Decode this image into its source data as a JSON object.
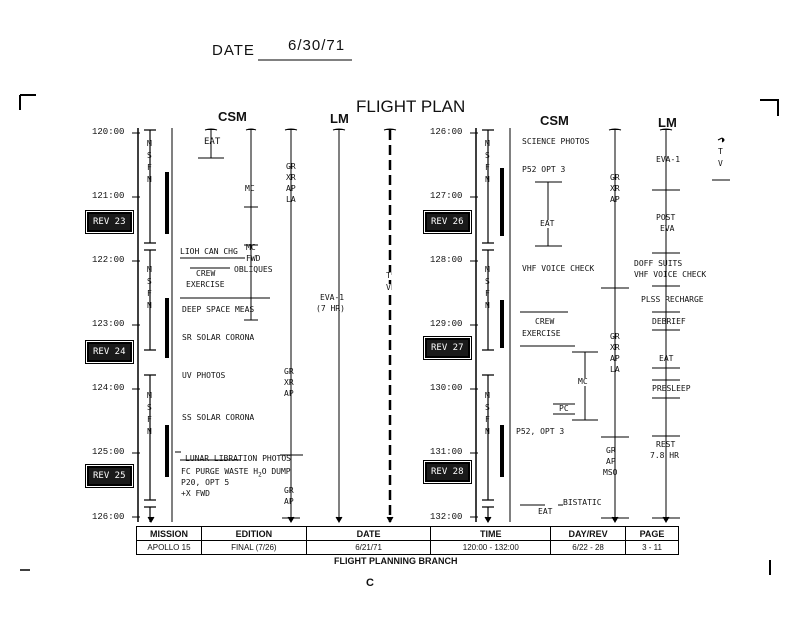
{
  "header": {
    "date_label": "DATE",
    "date_value": "6/30/71",
    "title": "FLIGHT PLAN"
  },
  "columns": {
    "csm_left": "CSM",
    "lm_left": "LM",
    "csm_right": "CSM",
    "lm_right": "LM"
  },
  "left_times": [
    "120:00",
    "121:00",
    "122:00",
    "123:00",
    "124:00",
    "125:00",
    "126:00"
  ],
  "right_times": [
    "126:00",
    "127:00",
    "128:00",
    "129:00",
    "130:00",
    "131:00",
    "132:00"
  ],
  "revs": {
    "rev23": "REV 23",
    "rev24": "REV 24",
    "rev25": "REV 25",
    "rev26": "REV 26",
    "rev27": "REV 27",
    "rev28": "REV 28"
  },
  "left_markers": {
    "msfn1": [
      "M",
      "S",
      "F",
      "N"
    ],
    "msfn2": [
      "M",
      "S",
      "F",
      "N"
    ],
    "msfn3": [
      "M",
      "S",
      "F",
      "N"
    ]
  },
  "right_markers": {
    "msfn1": [
      "M",
      "S",
      "F",
      "N"
    ],
    "msfn2": [
      "M",
      "S",
      "F",
      "N"
    ],
    "msfn3": [
      "M",
      "S",
      "F",
      "N"
    ],
    "tv": [
      "T",
      "V"
    ]
  },
  "left_events": {
    "eat": "EAT",
    "mc": "MC",
    "mc_fwd_obliques": [
      "MC",
      "FWD",
      "OBLIQUES"
    ],
    "lioh": "LIOH CAN CHG",
    "crew": [
      "CREW",
      "EXERCISE"
    ],
    "deep_space": "DEEP SPACE MEAS",
    "sr_corona": "SR SOLAR CORONA",
    "uv_photos": "UV PHOTOS",
    "ss_corona": "SS SOLAR CORONA",
    "lunar_libration": "LUNAR LIBRATION PHOTOS",
    "fc_purge": "FC PURGE WASTE H",
    "fc_sub": "2",
    "fc_dump": "O DUMP",
    "p20": "P20, OPT 5",
    "x_fwd": "+X FWD",
    "gr_top": [
      "GR",
      "XR",
      "AP",
      "LA"
    ],
    "gr_mid": [
      "GR",
      "XR",
      "AP"
    ],
    "gr_bot": [
      "GR",
      "AP"
    ],
    "eva1": [
      "EVA-1",
      "(7 HR)"
    ],
    "tv": [
      "T",
      "V"
    ]
  },
  "right_events": {
    "science_photos": "SCIENCE PHOTOS",
    "p52_opt3": "P52 OPT 3",
    "eat_mid": "EAT",
    "vhf_check": "VHF VOICE CHECK",
    "crew": [
      "CREW",
      "EXERCISE"
    ],
    "mc": "MC",
    "pc": "PC",
    "p52_opt3b": "P52, OPT 3",
    "bistatic": "BISTATIC",
    "eat_bot": "EAT",
    "gr_top": [
      "GR",
      "XR",
      "AP"
    ],
    "gr_mid": [
      "GR",
      "XR",
      "AP",
      "LA"
    ],
    "gr_bot": [
      "GR",
      "AP",
      "MSO"
    ],
    "eva1": "EVA-1",
    "post_eva": [
      "POST",
      "EVA"
    ],
    "doff_suits": "DOFF SUITS",
    "vhf_lm": "VHF VOICE CHECK",
    "plss": "PLSS RECHARGE",
    "debrief": "DEBRIEF",
    "eat_lm": "EAT",
    "presleep": "PRESLEEP",
    "rest": [
      "REST",
      "7.8 HR"
    ]
  },
  "footer_table": {
    "headers": [
      "MISSION",
      "EDITION",
      "DATE",
      "TIME",
      "DAY/REV",
      "PAGE"
    ],
    "values": [
      "APOLLO 15",
      "FINAL (7/26)",
      "6/21/71",
      "120:00 - 132:00",
      "6/22 - 28",
      "3 - 11"
    ]
  },
  "footer": {
    "branch": "FLIGHT PLANNING BRANCH",
    "letter": "C"
  }
}
